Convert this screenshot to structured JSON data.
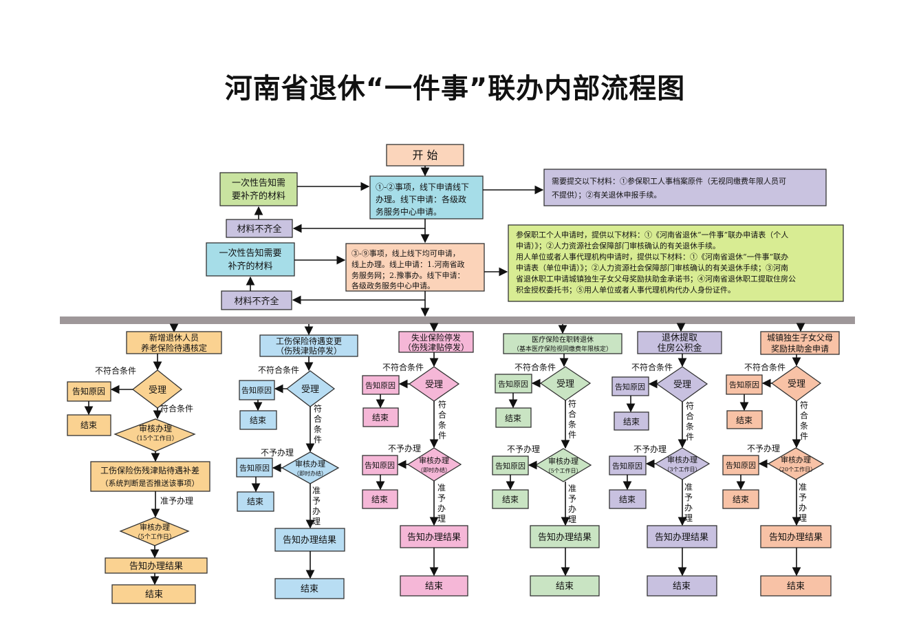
{
  "title": "河南省退休“一件事”联办内部流程图",
  "colors": {
    "start": "#fbd5bb",
    "green": "#c9e3a0",
    "teal": "#a6dde8",
    "purple": "#c9c3e0",
    "peach": "#fbd3b9",
    "lime": "#d8ec93",
    "bar": "#9e9799",
    "c1": "#fad291",
    "c2": "#b8ddf3",
    "c3": "#f5b7d7",
    "c4": "#c9e4c3",
    "c5": "#c8c1e0",
    "c6": "#f8c2a6"
  },
  "top": {
    "start": "开  始",
    "notice_1_l1": "一次性告知需",
    "notice_1_l2": "要补齐的材料",
    "incomplete_1": "材料不齐全",
    "offline_l1": "①-②事项，线下申请线下",
    "offline_l2": "办理。线下申请：各级政",
    "offline_l3": "务服务中心申请。",
    "materials_1_l1": "需要提交以下材料：①参保职工人事档案原件（无视同缴费年限人员可",
    "materials_1_l2": "不提供）；②有关退休申报手续。",
    "notice_2_l1": "一次性告知需要",
    "notice_2_l2": "补齐的材料",
    "online_l1": "③-⑨事项，线上线下均可申请，",
    "online_l2": "线上办理。线上申请：1.河南省政",
    "online_l3": "务服务网；2.豫事办。线下申请：",
    "online_l4": "各级政务服务中心申请。",
    "incomplete_2": "材料不齐全",
    "materials_2_l1": "参保职工个人申请时，提供以下材料：①《河南省退休“一件事”联办申请表（个人",
    "materials_2_l2": "申请）》；②人力资源社会保障部门审核确认的有关退休手续。",
    "materials_2_l3": "用人单位或者人事代理机构申请时，提供以下材料：①《河南省退休“一件事”联办",
    "materials_2_l4": "申请表（单位申请）》；②人力资源社会保障部门审核确认的有关退休手续；③河南",
    "materials_2_l5": "省退休职工申请城镇独生子女父母奖励扶助金承诺书；④河南省退休职工提取住房公",
    "materials_2_l6": "积金授权委托书；⑤用人单位或者人事代理机构代办人身份证件。"
  },
  "cols": [
    {
      "title_l1": "新增退休人员",
      "title_l2": "养老保险待遇核定",
      "nonconform": "不符合条件",
      "notify_reason": "告知原因",
      "accept": "受理",
      "end_a": "结束",
      "conform": "符合条件",
      "review_l1": "审核办理",
      "review_l2": "（15个工作日）",
      "diff_l1": "工伤保险伤残津贴待遇补差",
      "diff_l2": "（系统判断是否推送该事项）",
      "approve": "准予办理",
      "review2_l1": "审核办理",
      "review2_l2": "（5个工作日）",
      "notify_result": "告知办理结果",
      "end_b": "结束"
    },
    {
      "title_l1": "工伤保险待遇变更",
      "title_l2": "（伤残津贴停发）",
      "nonconform": "不符合条件",
      "notify_reason": "告知原因",
      "accept": "受理",
      "end_a": "结束",
      "conform": "符合条件",
      "deny": "不予办理",
      "notify_reason_2": "告知原因",
      "review_l1": "审核办理",
      "review_l2": "（即时办结）",
      "end_c": "结束",
      "approve": "准予办理",
      "notify_result": "告知办理结果",
      "end_b": "结束"
    },
    {
      "title_l1": "失业保险停发",
      "title_l2": "（伤残津贴停发）",
      "nonconform": "不符合条件",
      "notify_reason": "告知原因",
      "accept": "受理",
      "end_a": "结束",
      "conform": "符合条件",
      "deny": "不予办理",
      "notify_reason_2": "告知原因",
      "review_l1": "审核办理",
      "review_l2": "（即时办结）",
      "end_c": "结束",
      "approve": "准予办理",
      "notify_result": "告知办理结果",
      "end_b": "结束"
    },
    {
      "title_l1": "医疗保险在职转退休",
      "title_l2": "（基本医疗保险视同缴费年限核定）",
      "nonconform": "不符合条件",
      "notify_reason": "告知原因",
      "accept": "受理",
      "end_a": "结束",
      "conform": "符合条件",
      "deny": "不予办理",
      "notify_reason_2": "告知原因",
      "review_l1": "审核办理",
      "review_l2": "（5个工作日）",
      "end_c": "结束",
      "approve": "准予办理",
      "notify_result": "告知办理结果",
      "end_b": "结束"
    },
    {
      "title_l1": "退休提取",
      "title_l2": "住房公积金",
      "nonconform": "不符合条件",
      "notify_reason": "告知原因",
      "accept": "受理",
      "end_a": "结束",
      "conform": "符合条件",
      "deny": "不予办理",
      "notify_reason_2": "告知原因",
      "review_l1": "审核办理",
      "review_l2": "（3个工作日）",
      "end_c": "结束",
      "approve": "准予办理",
      "notify_result": "告知办理结果",
      "end_b": "结束"
    },
    {
      "title_l1": "城镇独生子女父母",
      "title_l2": "奖励扶助金申请",
      "nonconform": "不符合条件",
      "notify_reason": "告知原因",
      "accept": "受理",
      "end_a": "结束",
      "conform": "符合条件",
      "deny": "不予办理",
      "notify_reason_2": "告知原因",
      "review_l1": "审核办理",
      "review_l2": "（20个工作日）",
      "end_c": "结束",
      "approve": "准予办理",
      "notify_result": "告知办理结果",
      "end_b": "结束"
    }
  ]
}
